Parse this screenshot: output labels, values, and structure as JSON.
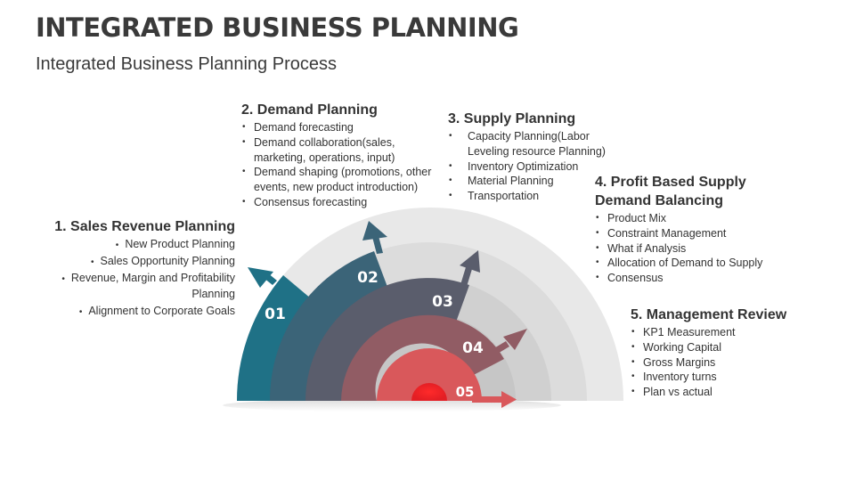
{
  "header": {
    "title": "INTEGRATED BUSINESS PLANNING",
    "subtitle": "Integrated Business Planning Process"
  },
  "steps": [
    {
      "number": "01",
      "title": "1. Sales Revenue Planning",
      "items": [
        "New Product Planning",
        "Sales Opportunity Planning",
        "Revenue, Margin and Profitability",
        "Planning",
        "Alignment to Corporate Goals"
      ],
      "color": "#1f7186"
    },
    {
      "number": "02",
      "title": "2. Demand Planning",
      "items": [
        "Demand forecasting",
        "Demand collaboration(sales, marketing, operations, input)",
        "Demand shaping (promotions, other events, new product introduction)",
        "Consensus forecasting"
      ],
      "color": "#3b6478"
    },
    {
      "number": "03",
      "title": "3. Supply Planning",
      "items": [
        "Capacity Planning(Labor Leveling resource Planning)",
        "Inventory Optimization",
        "Material Planning",
        "Transportation"
      ],
      "color": "#5a5d6c"
    },
    {
      "number": "04",
      "title": "4. Profit Based Supply Demand Balancing",
      "items": [
        "Product Mix",
        "Constraint Management",
        "What if Analysis",
        "Allocation of Demand to Supply",
        "Consensus"
      ],
      "color": "#915c64"
    },
    {
      "number": "05",
      "title": "5. Management Review",
      "items": [
        "KP1 Measurement",
        "Working Capital",
        "Gross Margins",
        "Inventory turns",
        "Plan vs actual"
      ],
      "color": "#d9585b"
    }
  ]
}
